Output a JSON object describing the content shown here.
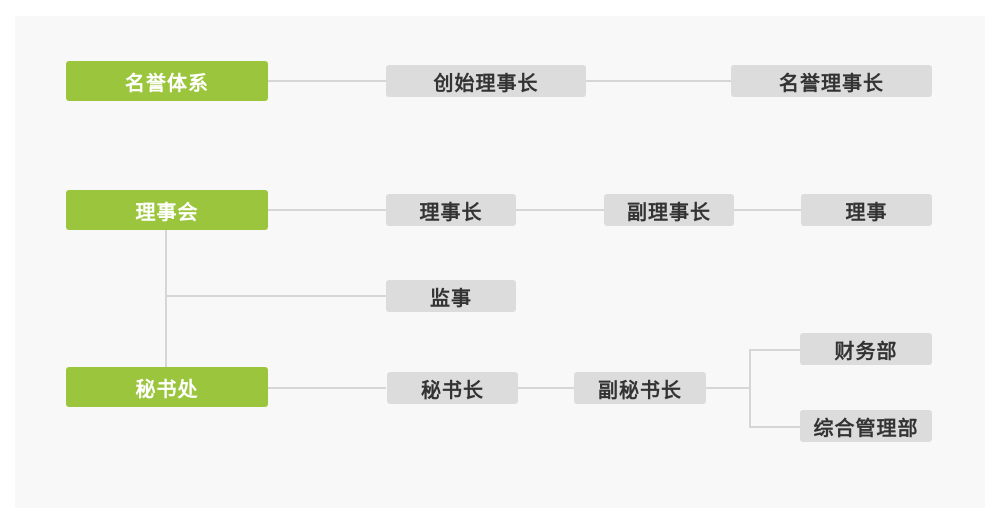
{
  "colors": {
    "accent": "#9bc53d",
    "node": "#dcdcdc",
    "line": "#d6d6d6",
    "text": "#333333"
  },
  "groups": {
    "honor": "名誉体系",
    "council": "理事会",
    "secretariat": "秘书处"
  },
  "honor_nodes": {
    "founding_chairman": "创始理事长",
    "honorary_chairman": "名誉理事长"
  },
  "council_nodes": {
    "chairman": "理事长",
    "vice_chairman": "副理事长",
    "director": "理事",
    "supervisor": "监事"
  },
  "secretariat_nodes": {
    "secretary_general": "秘书长",
    "deputy_secretary_general": "副秘书长",
    "finance_dept": "财务部",
    "general_management_dept": "综合管理部"
  }
}
